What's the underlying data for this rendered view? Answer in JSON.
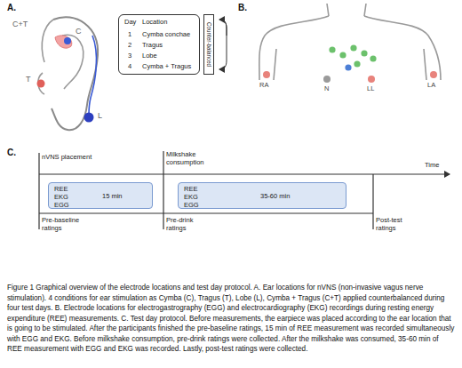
{
  "diagram": {
    "caption": "Figure 1 Graphical overview of the electrode locations and test day protocol. A. Ear locations for nVNS (non-invasive vagus nerve stimulation). 4 conditions for ear stimulation as Cymba (C), Tragus (T), Lobe (L), Cymba + Tragus (C+T) applied counterbalanced during four test days. B. Electrode locations for electrogastrography (EGG) and electrocardiography (EKG) recordings during resting energy expenditure (REE) measurements. C. Test day protocol. Before measurements, the earpiece was placed according to the ear location that is going to be stimulated. After the participants finished the pre-baseline ratings, 15 min of REE measurement was recorded simultaneously with EGG and EKG. Before milkshake consumption, pre-drink ratings were collected. After the milkshake was consumed, 35-60 min of REE measurement with EGG and EKG was recorded. Lastly, post-test ratings were collected.",
    "nodes": [
      {
        "text": [
          "Day",
          "Location",
          "1",
          "Cymba conchae",
          "2",
          "Tragus",
          "3",
          "Lobe",
          "4",
          "Cymba + Tragus"
        ]
      },
      {
        "text": [
          "Counter-balanced"
        ]
      },
      {
        "text": [
          "REE EKG EGG",
          "15 min"
        ]
      },
      {
        "text": [
          "REE EKG EGG",
          "35-60 min"
        ]
      }
    ],
    "labels": [
      "A.",
      "C+T",
      "C",
      "T",
      "L",
      "B.",
      "RA",
      "N",
      "LL",
      "LA",
      "C.",
      "nVNS placement",
      "Milkshake consumption",
      "Time",
      "Pre-baseline ratings",
      "Pre-drink ratings",
      "Post-test ratings"
    ]
  }
}
